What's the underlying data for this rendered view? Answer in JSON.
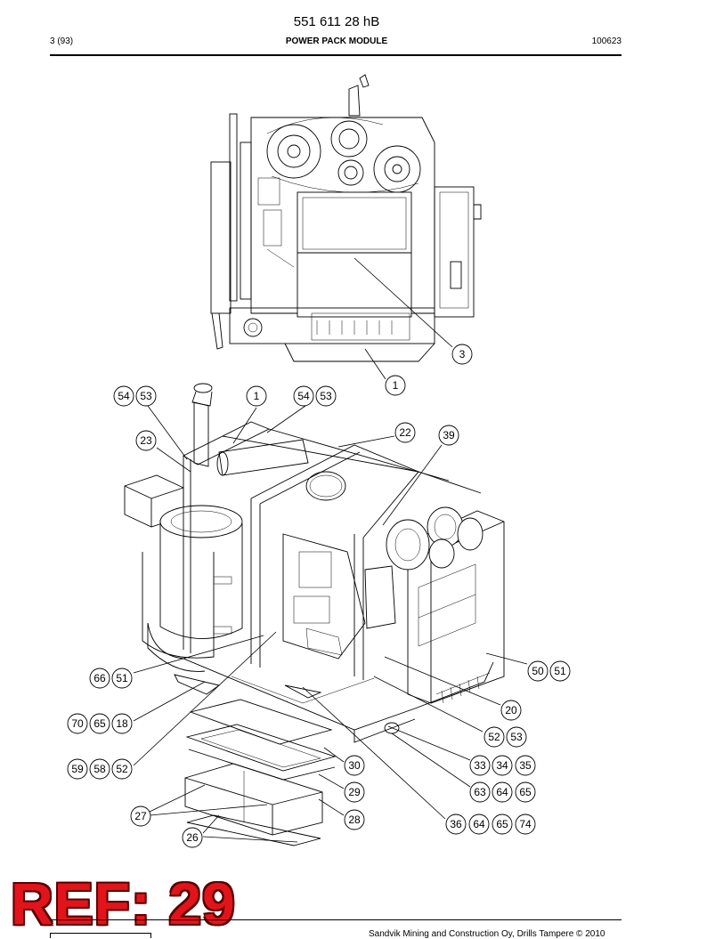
{
  "header": {
    "doc_number": "551 611 28 hB",
    "page": "3 (93)",
    "title": "POWER PACK MODULE",
    "date": "100623"
  },
  "footer": {
    "copyright": "Sandvik Mining and Construction Oy, Drills Tampere © 2010"
  },
  "ref_badge": "REF: 29",
  "callouts": {
    "c3": "3",
    "c1_top": "1",
    "c54a": "54",
    "c53a": "53",
    "c1": "1",
    "c54b": "54",
    "c53b": "53",
    "c22": "22",
    "c39": "39",
    "c23": "23",
    "c50": "50",
    "c51a": "51",
    "c66": "66",
    "c51b": "51",
    "c20": "20",
    "c70": "70",
    "c65a": "65",
    "c18": "18",
    "c52a": "52",
    "c53c": "53",
    "c59": "59",
    "c58": "58",
    "c52b": "52",
    "c30": "30",
    "c33": "33",
    "c34": "34",
    "c35": "35",
    "c29": "29",
    "c63": "63",
    "c64a": "64",
    "c65b": "65",
    "c27": "27",
    "c28": "28",
    "c36": "36",
    "c64b": "64",
    "c65c": "65",
    "c74": "74",
    "c26": "26"
  },
  "colors": {
    "ref_badge": "#e1141b",
    "ref_outline": "#5a0000",
    "line": "#000000"
  }
}
